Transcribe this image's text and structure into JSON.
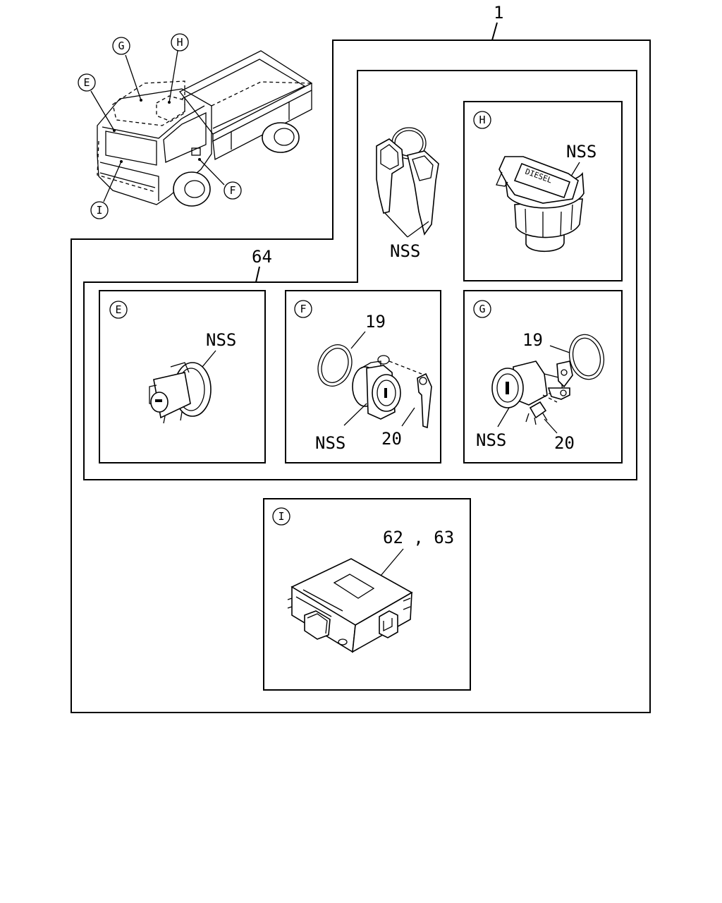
{
  "callouts": {
    "assembly": "1",
    "lock_set": "64",
    "keys": "NSS",
    "fuel_cap": "NSS",
    "ignition": "NSS",
    "door_ring": "19",
    "door_cylinder": "NSS",
    "door_clip": "20",
    "rear_ring": "19",
    "rear_cylinder": "NSS",
    "rear_clip": "20",
    "control_unit": "62 , 63"
  },
  "detail_letters": {
    "truck_g": "G",
    "truck_h": "H",
    "truck_e": "E",
    "truck_f": "F",
    "truck_i": "I",
    "panel_h": "H",
    "panel_e": "E",
    "panel_f": "F",
    "panel_g": "G",
    "panel_i": "I"
  },
  "fuel_cap_text": "DIESEL"
}
